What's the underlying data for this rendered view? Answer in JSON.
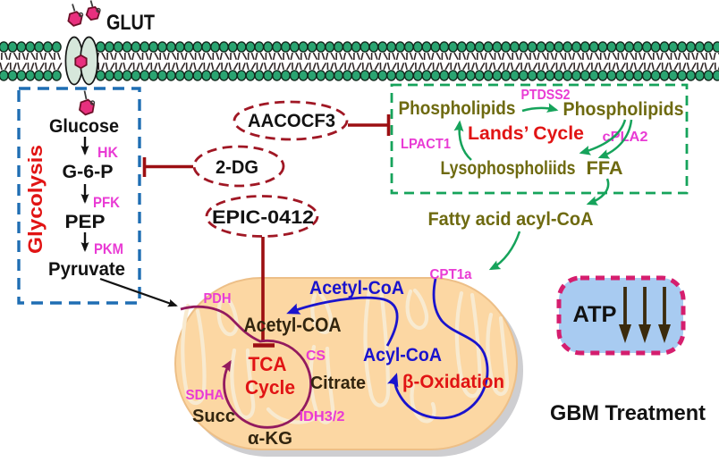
{
  "diagram_title": "GBM metabolic pathway diagram",
  "membrane": {
    "transporter_label": "GLUT"
  },
  "glycolysis": {
    "box_label": "Glycolysis",
    "metabolites": [
      "Glucose",
      "G-6-P",
      "PEP",
      "Pyruvate"
    ],
    "enzymes": [
      "HK",
      "PFK",
      "PKM"
    ]
  },
  "inhibitors": {
    "aacocf3": "AACOCF3",
    "two_dg": "2-DG",
    "epic": "EPIC-0412"
  },
  "lands_cycle": {
    "title": "Lands’ Cycle",
    "phospholipids_left": "Phospholipids",
    "phospholipids_right": "Phospholipids",
    "ptdss2": "PTDSS2",
    "lpact1": "LPACT1",
    "cpla2": "cPLA2",
    "lysophospholipids": "Lysophospholiids",
    "ffa": "FFA"
  },
  "fatty_acid_acyl_coa": "Fatty acid acyl-CoA",
  "cpt1a": "CPT1a",
  "mitochondrion": {
    "pdh": "PDH",
    "acetyl_coa": "Acetyl-COA",
    "acetyl_coa_blue": "Acetyl-CoA",
    "tca_line1": "TCA",
    "tca_line2": "Cycle",
    "cs": "CS",
    "citrate": "Citrate",
    "sdha": "SDHA",
    "succ": "Succ",
    "idh": "IDH3/2",
    "akg": "α-KG",
    "acyl_coa": "Acyl-CoA",
    "beta_oxidation": "β-Oxidation"
  },
  "atp": {
    "label": "ATP",
    "arrow_count": 3,
    "direction": "down"
  },
  "treatment_label": "GBM Treatment",
  "colors": {
    "membrane_green": "#2aa471",
    "membrane_outline": "#12291d",
    "tail_color": "#2f2626",
    "transporter_fill": "#d6e7db",
    "transporter_outline": "#161616",
    "hexagon_pink": "#e8307e",
    "hexagon_outline": "#6d1028",
    "glycolysis_box_blue": "#1f6eb3",
    "red_label": "#e11414",
    "magenta_label": "#e93bd4",
    "dark_red_ellipse": "#a01724",
    "inhibitor_line": "#9c0f12",
    "olive_label": "#6e6a10",
    "green_arrow": "#16a35b",
    "blue_curve": "#1a13cd",
    "purple_curve": "#931a5e",
    "mito_fill": "#fcd7a3",
    "mito_rim": "#edbf87",
    "mito_shadow": "#b6b6ba",
    "cristae": "#f8ead0",
    "dark_text": "#32250f",
    "atp_box_fill": "#a8cbf1",
    "atp_box_border": "#d51e6e",
    "atp_arrow": "#3b2b0d",
    "black_text": "#121212"
  }
}
